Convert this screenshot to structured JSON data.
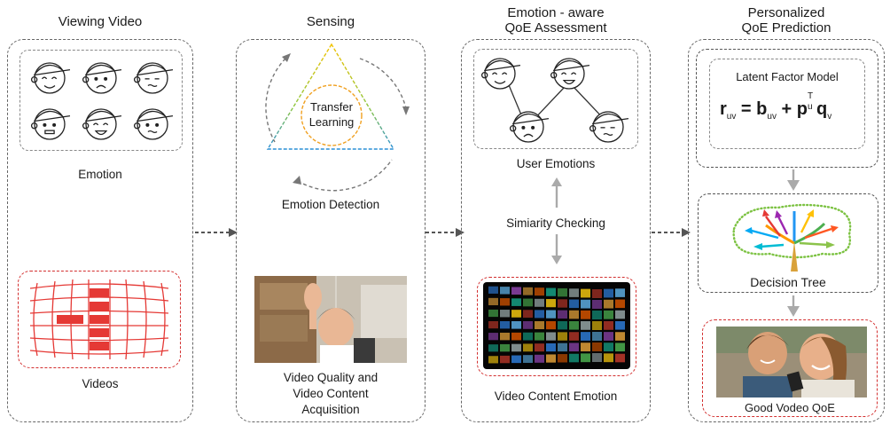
{
  "columns": {
    "viewing": {
      "title": "Viewing Video",
      "emotion_label": "Emotion",
      "videos_label": "Videos"
    },
    "sensing": {
      "title": "Sensing",
      "transfer_line1": "Transfer",
      "transfer_line2": "Learning",
      "detection_label": "Emotion Detection",
      "acq_line1": "Video Quality and",
      "acq_line2": "Video Content",
      "acq_line3": "Acquisition"
    },
    "assessment": {
      "title_line1": "Emotion - aware",
      "title_line2": "QoE Assessment",
      "user_emotions_label": "User Emotions",
      "similarity_label": "Simiarity Checking",
      "video_emotion_label": "Video Content Emotion"
    },
    "prediction": {
      "title_line1": "Personalized",
      "title_line2": "QoE Prediction",
      "model_label": "Latent  Factor Model",
      "formula": {
        "r": "r",
        "uv": "uv",
        "eq": "=",
        "b": "b",
        "buv": "uv",
        "plus": "+",
        "p": "p",
        "pu": "u",
        "T": "T",
        "q": "q",
        "qv": "v"
      },
      "tree_label": "Decision Tree",
      "good_label": "Good Vodeo QoE"
    }
  },
  "colors": {
    "red": "#d32f2f",
    "dashed": "#666666",
    "arrow": "#aaaaaa",
    "triangle_top": "#f2c200",
    "triangle_bottom": "#2a8fd6",
    "circle": "#f0a020"
  }
}
